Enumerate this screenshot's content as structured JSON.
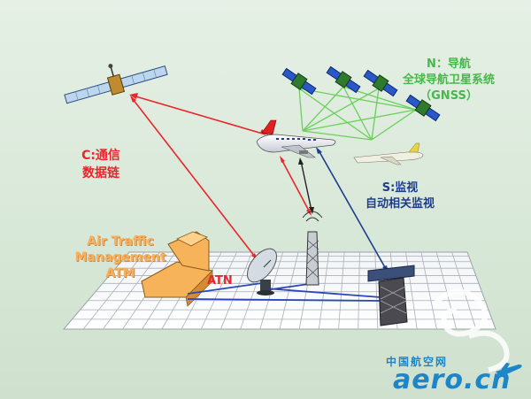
{
  "labels": {
    "navigation": [
      "N：导航",
      "全球导航卫星系统",
      "（GNSS）"
    ],
    "communication": [
      "C:通信",
      "数据链"
    ],
    "surveillance": [
      "S:监视",
      "自动相关监视"
    ],
    "atm": [
      "Air Traffic",
      "Management",
      "ATM"
    ],
    "atn": "ATN"
  },
  "watermark": {
    "chinese": "中国航空网",
    "latin": "aero.cn"
  },
  "colors": {
    "communication": "#e8262b",
    "navigation": "#47b84a",
    "surveillance": "#1d3e8c",
    "atm_building": "#f6b060",
    "atn_links": "#2a46b8"
  }
}
